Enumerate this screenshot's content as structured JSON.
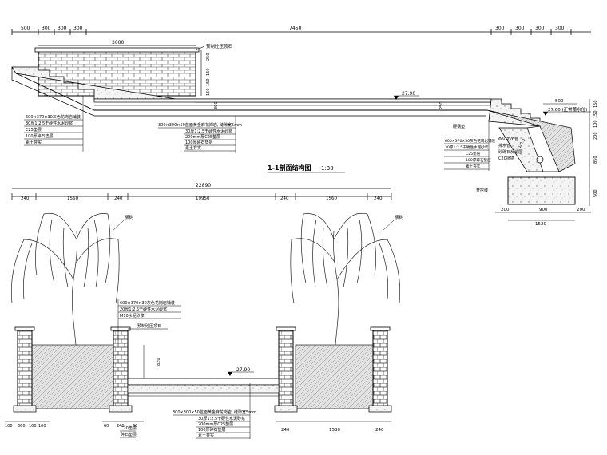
{
  "section_title": "1-1剖面结构图",
  "section_scale": "1:30",
  "top_dims": {
    "left": [
      "500",
      "300",
      "300",
      "300"
    ],
    "wall_len": "3000",
    "total": "7450",
    "right": [
      "300",
      "300",
      "300",
      "300"
    ]
  },
  "top_labels": {
    "cap_stone": "预制砼压顶石",
    "levels": [
      "250",
      "150",
      "150",
      "150",
      "150",
      "100",
      "100"
    ],
    "wall_h": "300",
    "step_h": "250",
    "elev_1": "27.90",
    "elev_2": "27.60 (正常蓄水位)",
    "dim_500": "500",
    "right_stack": [
      "150",
      "150",
      "100",
      "200",
      "850",
      "500"
    ],
    "layers_left": [
      "600×370×30灰色花岗岩铺装",
      "30厚1:2.5干硬性水泥砂浆",
      "C25垫层",
      "100厚碎石垫层",
      "素土夯实"
    ],
    "layers_mid": [
      "300×300×50蓝面黄金麻花岗岩, 缝隙宽5mm",
      "30厚1:2.5干硬性水泥砂浆",
      "200mm厚C25垫层",
      "100厚碎石垫层",
      "素土夯实"
    ],
    "layers_right": [
      "600×370×30灰色花岗岩铺装",
      "30厚1:2.5干硬性水泥砂浆",
      "C25垫层",
      "100厚碎石垫层",
      "素土夯实"
    ],
    "label_pipe": "Φ50PVC管",
    "label_drain": "排水管",
    "label_gravel": "砂砾石反滤层",
    "label_c20": "C20挡墙",
    "label_steel": "硬钢垫",
    "slope": "1:0.3",
    "label_base": "开挖线",
    "bottom_dims": [
      "200",
      "900",
      "200"
    ],
    "bottom_total": "1520"
  },
  "bottom_dims": {
    "total": "22890",
    "parts": [
      "240",
      "1560",
      "240",
      "19950",
      "240",
      "1560",
      "240"
    ]
  },
  "bottom_labels": {
    "tree_left": "柳树",
    "tree_right": "柳树",
    "left_stack": [
      "600×370×30灰色花岗岩铺装",
      "20厚1:2.5干硬性水泥砂浆",
      "M10水泥砂浆"
    ],
    "cap_stone": "预制砼压顶石",
    "height": "820",
    "elev": "27.90",
    "layers": [
      "300×300×50蓝面黄金麻花岗岩, 缝隙宽5mm",
      "30厚1:2.5干硬性水泥砂浆",
      "200mm厚C25垫层",
      "100厚碎石垫层",
      "素土夯实"
    ],
    "c20_base": [
      "C20垫层",
      "碎石垫层"
    ],
    "bottom_left_dims": [
      "100",
      "360",
      "100",
      "100"
    ],
    "bottom_mid_dims": [
      "60",
      "240",
      "60"
    ],
    "bottom_right_dims": [
      "240",
      "1530",
      "240"
    ]
  }
}
